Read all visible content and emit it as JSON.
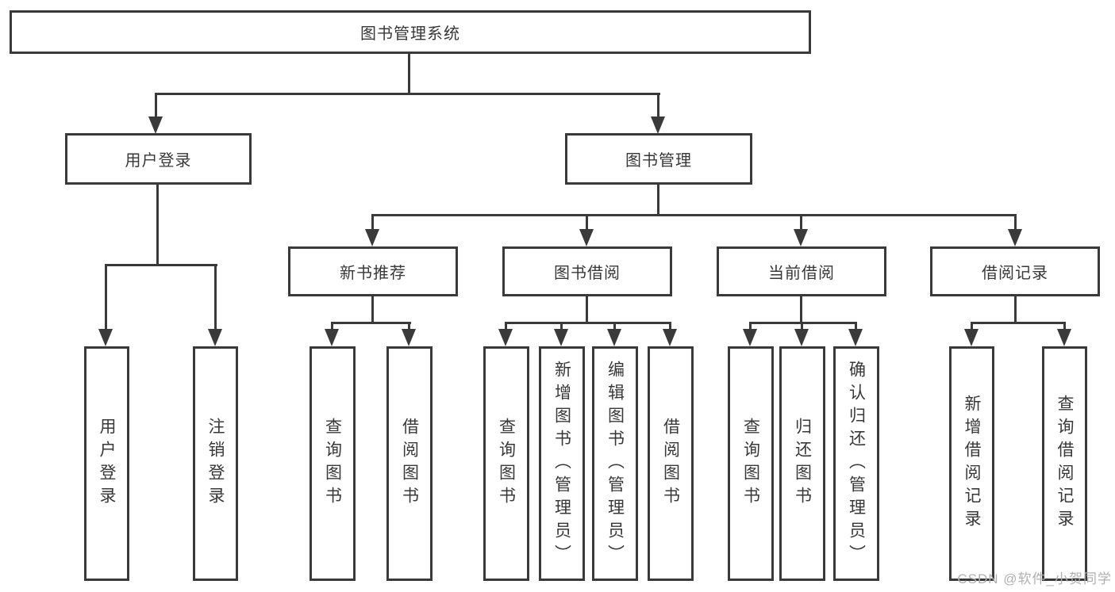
{
  "colors": {
    "line": "#3a3a3a",
    "text": "#383838",
    "background": "#ffffff",
    "watermark": "#b0b0b0"
  },
  "watermark": "CSDN @软件_小贺同学",
  "tree": {
    "root": "图书管理系统",
    "login_branch": {
      "label": "用户登录",
      "children": [
        "用户登录",
        "注销登录"
      ]
    },
    "management_branch": {
      "label": "图书管理",
      "groups": [
        {
          "label": "新书推荐",
          "children": [
            "查询图书",
            "借阅图书"
          ]
        },
        {
          "label": "图书借阅",
          "children": [
            "查询图书",
            "新增图书（管理员）",
            "编辑图书（管理员）",
            "借阅图书"
          ]
        },
        {
          "label": "当前借阅",
          "children": [
            "查询图书",
            "归还图书",
            "确认归还（管理员）"
          ]
        },
        {
          "label": "借阅记录",
          "children": [
            "新增借阅记录",
            "查询借阅记录"
          ]
        }
      ]
    }
  }
}
